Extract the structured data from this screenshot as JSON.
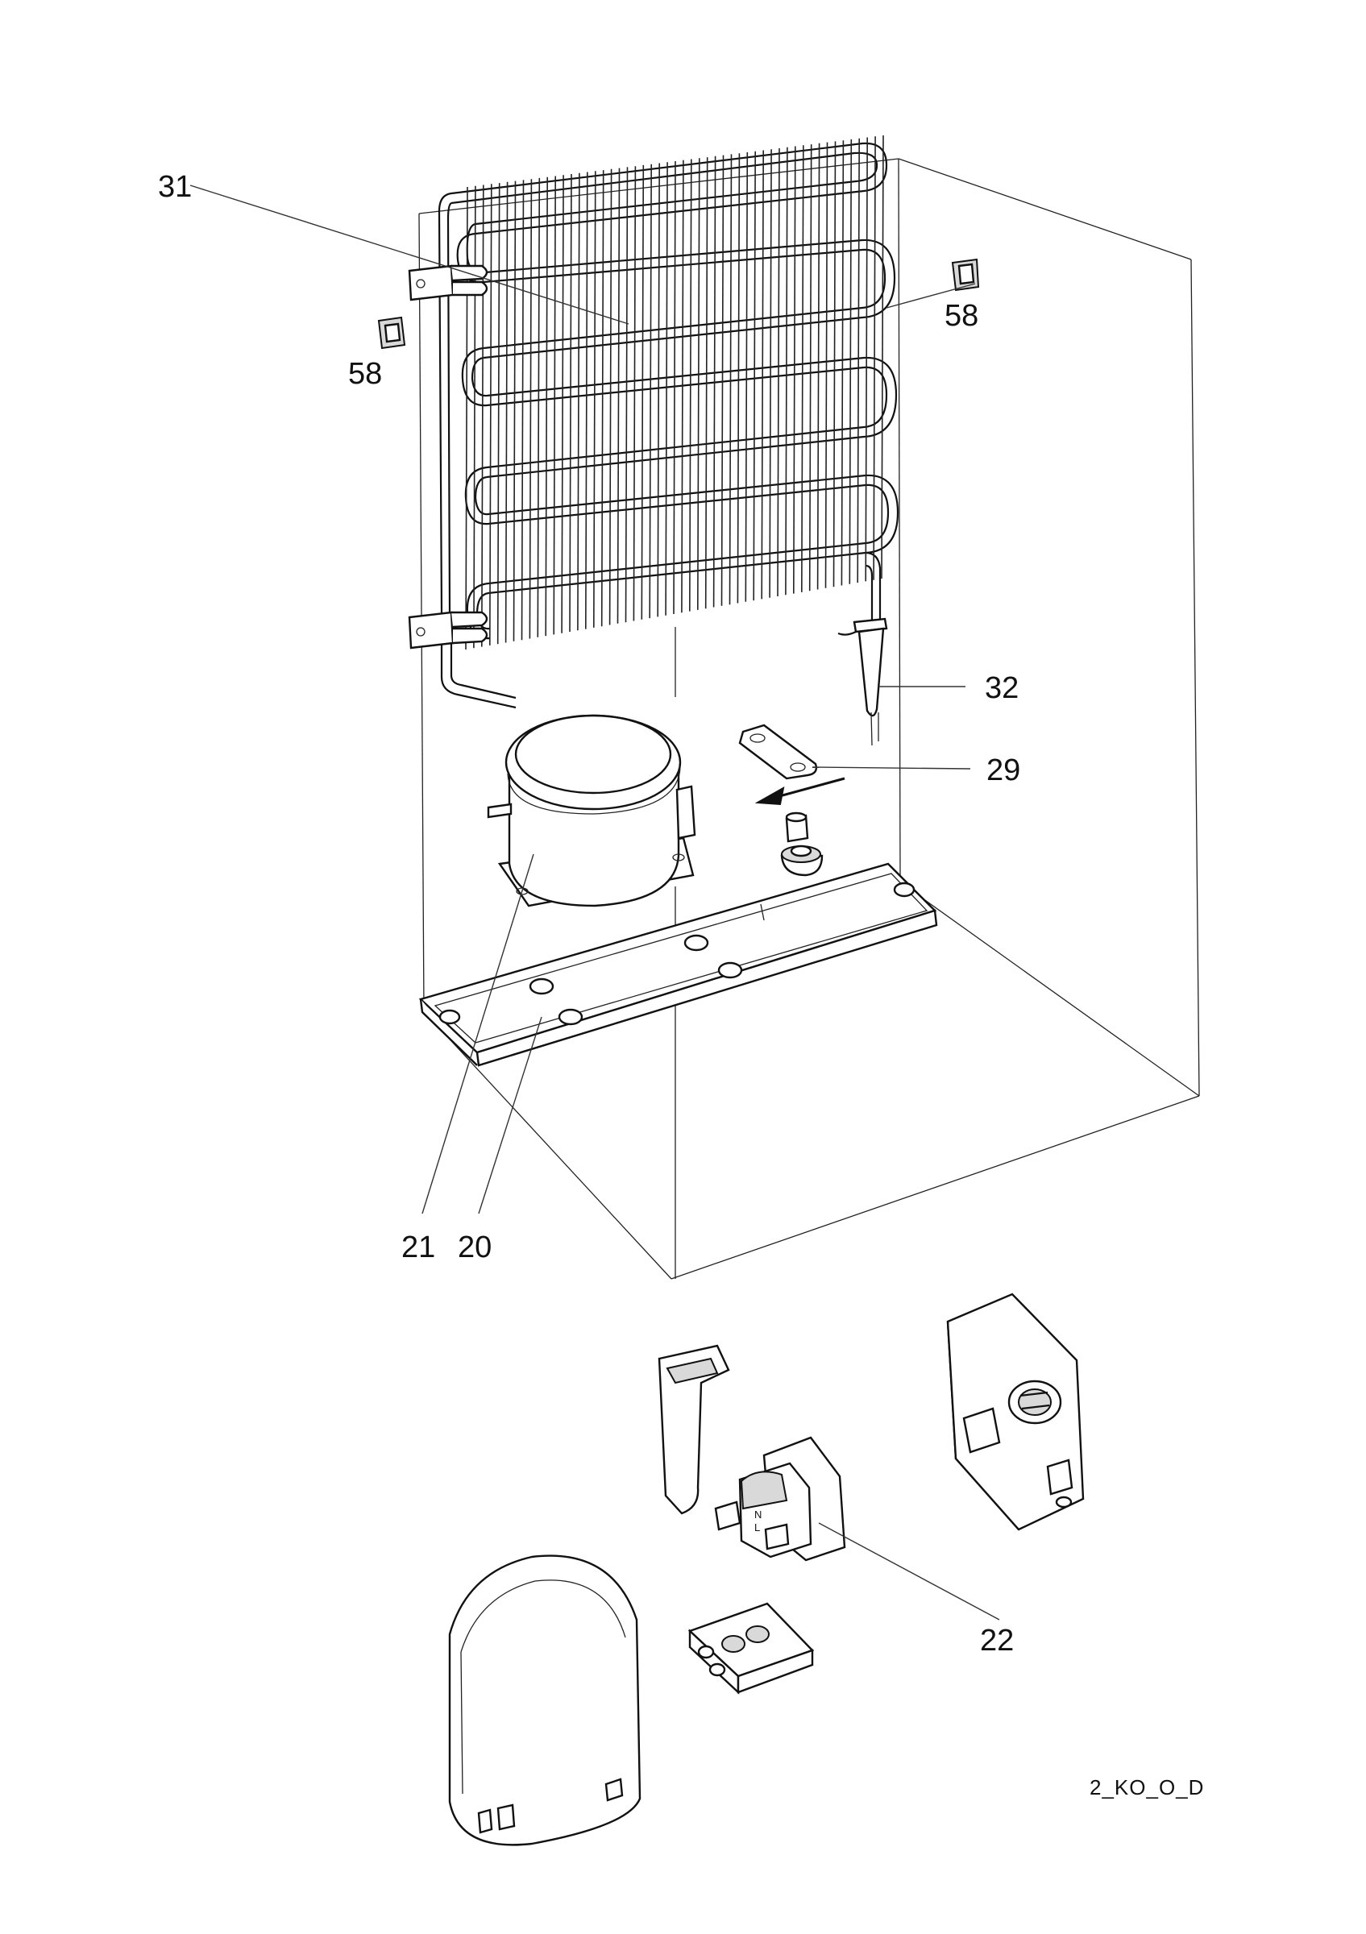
{
  "callouts": {
    "c31": "31",
    "c58_left": "58",
    "c58_right": "58",
    "c32": "32",
    "c29": "29",
    "c21": "21",
    "c20": "20",
    "c22": "22"
  },
  "connector_marks": {
    "n": "N",
    "l": "L"
  },
  "drawing_code": "2_KO_O_D"
}
